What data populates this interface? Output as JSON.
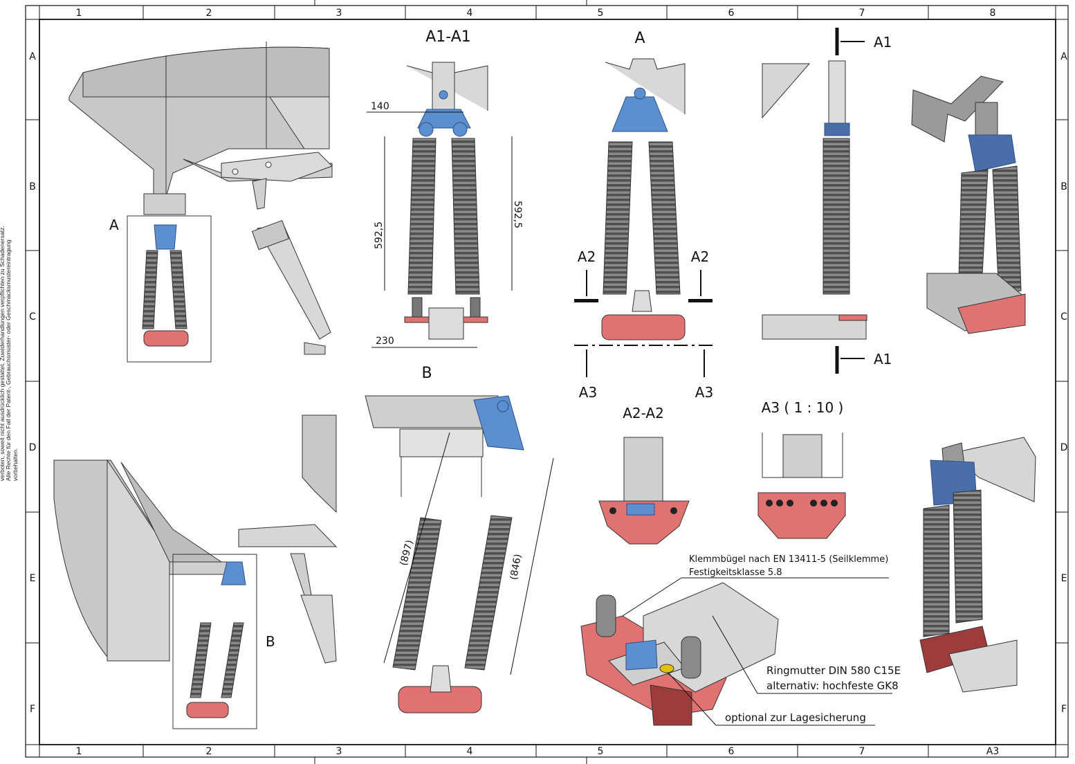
{
  "grid": {
    "columns": [
      "1",
      "2",
      "3",
      "4",
      "5",
      "6",
      "7",
      "8"
    ],
    "rows": [
      "A",
      "B",
      "C",
      "D",
      "E",
      "F"
    ],
    "sheet_format": "A3"
  },
  "side_note": "Weitergabe sowie Vervielfältigung dieses Dokuments, Verwertung und Mitteilung seines Inhalts sind verboten, soweit nicht ausdrücklich gestattet. Zuwiderhandlungen verpflichten zu Schadenersatz. Alle Rechte für den Fall der Patent-, Gebrauchsmuster- oder Geschmacksmustereintragung vorbehalten.",
  "views": {
    "detail_a": "A",
    "detail_b": "B",
    "section_a1": "A1-A1",
    "view_a": "A",
    "view_b": "B",
    "section_a2": "A2-A2",
    "section_a3": "A3 ( 1 : 10 )"
  },
  "section_marks": {
    "a1_top": "A1",
    "a1_bottom": "A1",
    "a2_left": "A2",
    "a2_right": "A2",
    "a3_left": "A3",
    "a3_right": "A3"
  },
  "dimensions": {
    "width_top": "140",
    "length_left": "592,5",
    "length_right": "592,5",
    "width_bottom": "230",
    "ref_left": "(897)",
    "ref_right": "(846)"
  },
  "annotations": {
    "clamp_line1": "Klemmbügel nach EN 13411-5 (Seilklemme)",
    "clamp_line2": "Festigkeitsklasse 5.8",
    "ring_line1": "Ringmutter DIN 580 C15E",
    "ring_line2": "alternativ: hochfeste GK8",
    "optional": "optional zur Lagesicherung"
  },
  "colors": {
    "bracket_blue": "#5b8fd0",
    "plate_red": "#e07272",
    "spring_gray": "#6e6e6e",
    "steel_gray": "#cfcfcf",
    "line": "#111111"
  }
}
